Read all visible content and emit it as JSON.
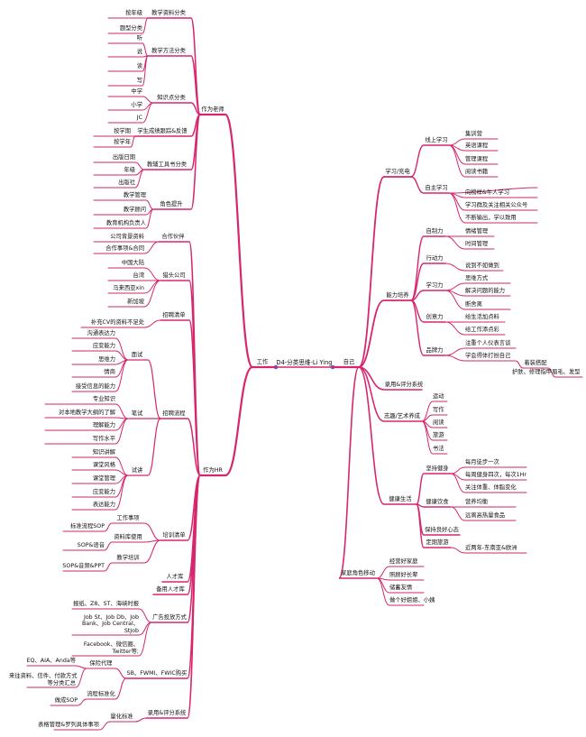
{
  "colors": {
    "branch": "#d6266e",
    "node": "#3f6fd8",
    "text": "#111111"
  },
  "root": {
    "label": "D4-分类思维-Li Ying"
  },
  "branches": {
    "work": {
      "label": "工作",
      "teacher": {
        "label": "作为老师",
        "g1": {
          "label": "教学资料分类",
          "items": [
            "按年级",
            "题型分类"
          ]
        },
        "g2": {
          "label": "教学方法分类",
          "items": [
            "听",
            "说",
            "读",
            "写"
          ]
        },
        "g3": {
          "label": "知识点分类",
          "items": [
            "中学",
            "小学",
            "JC"
          ]
        },
        "g4": {
          "label": "学生成绩跟踪&反馈",
          "items": [
            "按学期",
            "按学年"
          ]
        },
        "g5": {
          "label": "教辅工具书分类",
          "items": [
            "出版日期",
            "年级",
            "出版社"
          ]
        },
        "g6": {
          "label": "角色提升",
          "items": [
            "教学管理",
            "教学顾问",
            "教育机构负责人"
          ]
        }
      },
      "hr": {
        "label": "作为HR",
        "partner": {
          "label": "合作伙伴",
          "items": [
            "公司背景资料",
            "合作事项&合同"
          ]
        },
        "headhunter": {
          "label": "猎头公司",
          "items": [
            "中国大陆",
            "台湾",
            "马来西亚xin",
            "新加坡"
          ]
        },
        "recruit_list": {
          "label": "招聘清单",
          "items": [
            "补充CV的资料不足处"
          ]
        },
        "process": {
          "label": "招聘流程",
          "interview": {
            "label": "面试",
            "items": [
              "沟通表达力",
              "应变能力",
              "思维力",
              "情商",
              "接受信息的能力"
            ]
          },
          "written": {
            "label": "笔试",
            "items": [
              "专业知识",
              "对本地教学大纲的了解",
              "理解能力",
              "写作水平"
            ]
          },
          "trial": {
            "label": "试讲",
            "items": [
              "知识讲解",
              "课堂风格",
              "课堂管理",
              "应变能力",
              "表达能力"
            ]
          }
        },
        "training": {
          "label": "培训清单",
          "items": [
            {
              "label": "工作事项",
              "sub": [
                "标准流程SOP"
              ]
            },
            {
              "label": "资料库使用",
              "sub": [
                "SOP&语音"
              ]
            },
            {
              "label": "教学培训",
              "sub": [
                "SOP&音频&PPT"
              ]
            }
          ]
        },
        "talent_pool": {
          "label": "人才库"
        },
        "backup_pool": {
          "label": "备用人才库"
        },
        "ad": {
          "label": "广告投放方式",
          "items": [
            "报纸、Z8、ST、海峡时报",
            "Job St、Job Db、Job\nBank、Job Central、\nStJob",
            "Facebook、微信圈、\nTwitter等;"
          ]
        },
        "sb": {
          "label": "SB、FWMI、FWIC购买",
          "insurance": {
            "label": "保险代理",
            "items": [
              "EQ、AIA、Anda等",
              "来往资料、信件、付款方式\n等分类汇总"
            ]
          },
          "process_std": {
            "label": "流程标准化",
            "items": [
              "做成SOP"
            ]
          }
        },
        "admission": {
          "label": "录用&评分系统",
          "std": {
            "label": "量化标准",
            "items": [
              "表格管理&罗列具体事项"
            ]
          }
        }
      }
    },
    "self": {
      "label": "自己",
      "study": {
        "label": "学习/充电",
        "online": {
          "label": "线上学习",
          "items": [
            "集训营",
            "英语课程",
            "管理课程",
            "阅读书籍"
          ]
        },
        "selfstudy": {
          "label": "自主学习",
          "items": [
            "向榜样&牛人学习",
            "学习群及关注相关公众号",
            "不断输出，学以致用"
          ]
        }
      },
      "ability": {
        "label": "能力培养",
        "selfcontrol": {
          "label": "自制力",
          "items": [
            "情绪管理",
            "时间管理"
          ]
        },
        "action": {
          "label": "行动力",
          "items": [
            "说到不如做到"
          ]
        },
        "learning": {
          "label": "学习力",
          "items": [
            "思维方式",
            "解决问题的能力",
            "断舍离"
          ]
        },
        "creative": {
          "label": "创意力",
          "items": [
            "给生活加点料",
            "给工作添点彩"
          ]
        },
        "taste": {
          "label": "品牌力",
          "items": [
            "注重个人仪表言谈",
            "学会得体打扮自己"
          ],
          "dress": {
            "label": "着装搭配",
            "items": [
              "护肤、修理指甲眉毛、发型"
            ]
          }
        }
      },
      "recruit_sys": {
        "label": "录用&评分系统"
      },
      "hobby": {
        "label": "志趣/艺术养成",
        "items": [
          "运动",
          "写作",
          "阅读",
          "旅游",
          "书法"
        ]
      },
      "health": {
        "label": "健康生活",
        "fitness": {
          "label": "坚持健身",
          "items": [
            "每月徒步一次",
            "每周健身四次，每次1Hr",
            "关注体重、体脂变化"
          ]
        },
        "diet": {
          "label": "健康饮食",
          "items": [
            "营养均衡",
            "远离高热量食品"
          ]
        },
        "mood": {
          "label": "保持良好心态"
        },
        "travel": {
          "label": "定期旅游",
          "items": [
            "近两年-东南亚&欧洲"
          ]
        }
      },
      "family": {
        "label": "家庭角色移动",
        "items": [
          "经营好家庭",
          "照顾好长辈",
          "储蓄友情",
          "做个好姐姐、小姨"
        ]
      }
    }
  }
}
